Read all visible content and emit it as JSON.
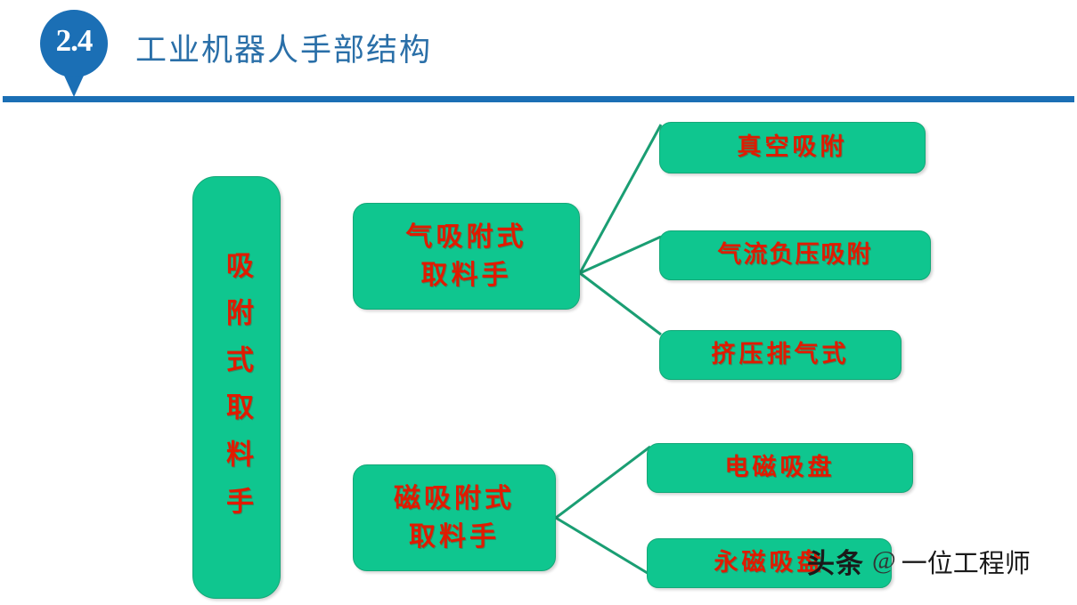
{
  "header": {
    "badge_number": "2.4",
    "title": "工业机器人手部结构",
    "badge_color": "#1B6FB5",
    "title_color": "#2A6FA8",
    "rule_color": "#1B6FB5"
  },
  "diagram": {
    "node_fill": "#0FC68F",
    "node_border": "#14A878",
    "node_text_color": "#E01B00",
    "connector_color": "#1A9E73",
    "root": {
      "label": "吸附式取料手"
    },
    "branches": [
      {
        "label_line1": "气吸附式",
        "label_line2": "取料手",
        "children": [
          {
            "label": "真空吸附"
          },
          {
            "label": "气流负压吸附"
          },
          {
            "label": "挤压排气式"
          }
        ]
      },
      {
        "label_line1": "磁吸附式",
        "label_line2": "取料手",
        "children": [
          {
            "label": "电磁吸盘"
          },
          {
            "label": "永磁吸盘"
          }
        ]
      }
    ]
  },
  "watermark": {
    "logo": "头条",
    "at": "@",
    "name": "一位工程师"
  }
}
